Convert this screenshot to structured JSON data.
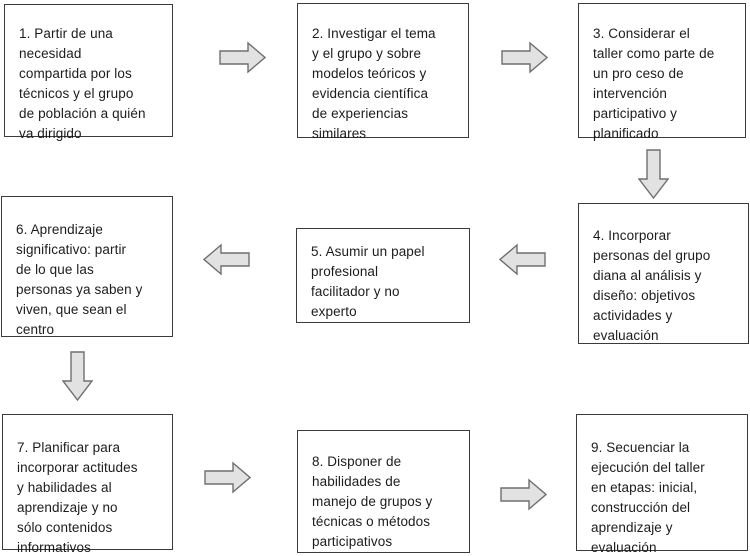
{
  "colors": {
    "background": "#ffffff",
    "box_border": "#3b3b3b",
    "text": "#1c1c1c",
    "arrow_fill": "#e2e2e2",
    "arrow_stroke": "#6f6f6f"
  },
  "flowchart": {
    "boxes": [
      {
        "id": 1,
        "lines": [
          "1. Partir de una",
          "necesidad",
          "compartida por los",
          "técnicos y el grupo",
          "de población a quién",
          "va dirigido"
        ]
      },
      {
        "id": 2,
        "lines": [
          "2. Investigar el tema",
          "y el grupo y sobre",
          "modelos teóricos y",
          "evidencia científica",
          "de experiencias",
          "similares"
        ]
      },
      {
        "id": 3,
        "lines": [
          "3. Considerar el",
          "taller como parte de",
          "un pro ceso de",
          "intervención",
          "participativo y",
          "planificado"
        ]
      },
      {
        "id": 4,
        "lines": [
          "4. Incorporar",
          "personas del grupo",
          "diana al análisis y",
          "diseño: objetivos",
          "actividades y",
          "evaluación"
        ]
      },
      {
        "id": 5,
        "lines": [
          "5. Asumir un papel",
          "profesional",
          "facilitador y no",
          "experto"
        ]
      },
      {
        "id": 6,
        "lines": [
          "6. Aprendizaje",
          "significativo: partir",
          "de lo que las",
          "personas ya saben y",
          "viven, que sean el",
          "centro"
        ]
      },
      {
        "id": 7,
        "lines": [
          "7. Planificar para",
          "incorporar actitudes",
          "y habilidades al",
          "aprendizaje y no",
          "sólo contenidos",
          "informativos"
        ]
      },
      {
        "id": 8,
        "lines": [
          "8. Disponer de",
          "habilidades de",
          "manejo de grupos y",
          "técnicas o métodos",
          "participativos"
        ]
      },
      {
        "id": 9,
        "lines": [
          "9. Secuenciar la",
          "ejecución del taller",
          "en etapas: inicial,",
          "construcción del",
          "aprendizaje y",
          "evaluación"
        ]
      }
    ],
    "arrows": [
      {
        "from": 1,
        "to": 2,
        "direction": "right"
      },
      {
        "from": 2,
        "to": 3,
        "direction": "right"
      },
      {
        "from": 3,
        "to": 4,
        "direction": "down"
      },
      {
        "from": 4,
        "to": 5,
        "direction": "left"
      },
      {
        "from": 5,
        "to": 6,
        "direction": "left"
      },
      {
        "from": 6,
        "to": 7,
        "direction": "down"
      },
      {
        "from": 7,
        "to": 8,
        "direction": "right"
      },
      {
        "from": 8,
        "to": 9,
        "direction": "right"
      }
    ]
  }
}
